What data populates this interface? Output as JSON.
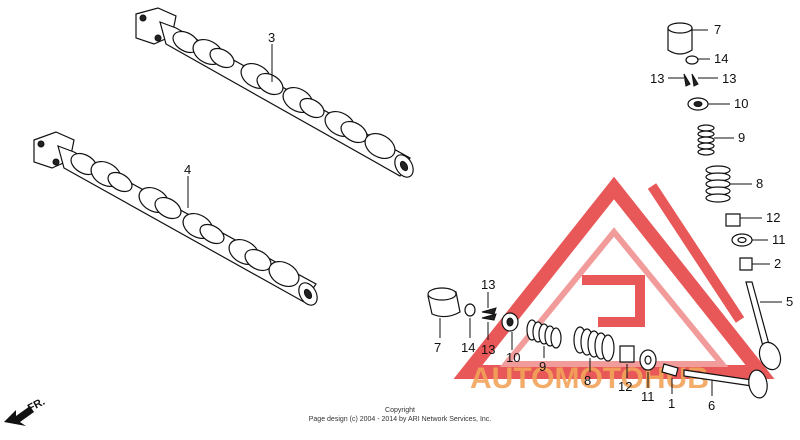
{
  "diagram": {
    "callouts": [
      {
        "id": "c3",
        "text": "3"
      },
      {
        "id": "c4",
        "text": "4"
      },
      {
        "id": "c7r",
        "text": "7"
      },
      {
        "id": "c14r",
        "text": "14"
      },
      {
        "id": "c13rl",
        "text": "13"
      },
      {
        "id": "c13rr",
        "text": "13"
      },
      {
        "id": "c10r",
        "text": "10"
      },
      {
        "id": "c9r",
        "text": "9"
      },
      {
        "id": "c8r",
        "text": "8"
      },
      {
        "id": "c12r",
        "text": "12"
      },
      {
        "id": "c11r",
        "text": "11"
      },
      {
        "id": "c2r",
        "text": "2"
      },
      {
        "id": "c5r",
        "text": "5"
      },
      {
        "id": "c7b",
        "text": "7"
      },
      {
        "id": "c14b",
        "text": "14"
      },
      {
        "id": "c13bt",
        "text": "13"
      },
      {
        "id": "c13bb",
        "text": "13"
      },
      {
        "id": "c10b",
        "text": "10"
      },
      {
        "id": "c9b",
        "text": "9"
      },
      {
        "id": "c8b",
        "text": "8"
      },
      {
        "id": "c12b",
        "text": "12"
      },
      {
        "id": "c11b",
        "text": "11"
      },
      {
        "id": "c1b",
        "text": "1"
      },
      {
        "id": "c6b",
        "text": "6"
      }
    ],
    "direction_label": "FR.",
    "copyright_line1": "Copyright",
    "copyright_line2": "Page design (c) 2004 - 2014 by ARI Network Services, Inc.",
    "watermark": "AUTOMOTOHUB"
  },
  "colors": {
    "ink": "#111111",
    "watermark_red": "#e53b3b",
    "watermark_orange": "#f2a45a",
    "watermark_gray": "#9a9a9a"
  },
  "icons": [
    "fr-arrow-icon",
    "automotohub-logo-icon"
  ]
}
